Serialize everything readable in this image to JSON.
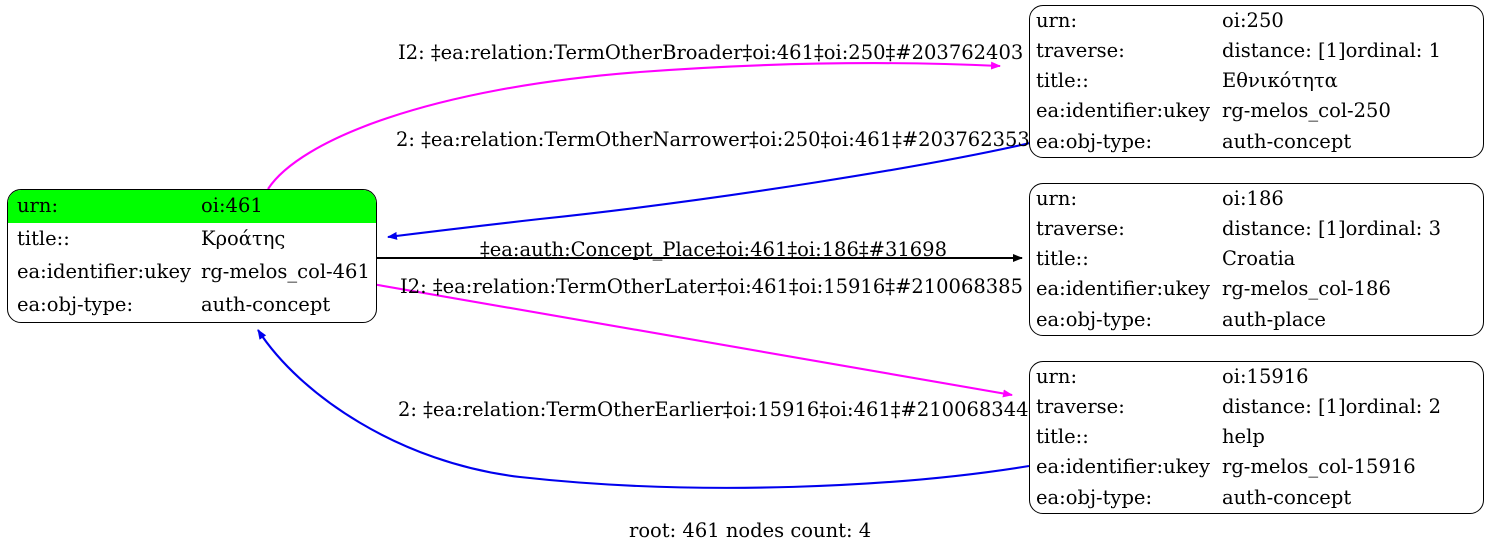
{
  "graph": {
    "footer": "root: 461 nodes count: 4",
    "colors": {
      "edge_magenta": "#ff00ff",
      "edge_blue": "#0000ee",
      "edge_black": "#000000",
      "node_border": "#000000",
      "highlight": "#00ff00",
      "background": "#ffffff"
    },
    "nodes": [
      {
        "id": "root-461",
        "highlighted": true,
        "rows": [
          {
            "key": "urn:",
            "value": "oi:461",
            "highlight": true
          },
          {
            "key": "title::",
            "value": "Κροάτης",
            "highlight": false
          },
          {
            "key": "ea:identifier:ukey",
            "value": "rg-melos_col-461",
            "highlight": false
          },
          {
            "key": "ea:obj-type:",
            "value": "auth-concept",
            "highlight": false
          }
        ]
      },
      {
        "id": "node-250",
        "highlighted": false,
        "rows": [
          {
            "key": "urn:",
            "value": "oi:250",
            "highlight": false
          },
          {
            "key": "traverse:",
            "value": "distance: [1]",
            "extra": "ordinal: 1",
            "highlight": false
          },
          {
            "key": "title::",
            "value": "Εθνικότητα",
            "highlight": false
          },
          {
            "key": "ea:identifier:ukey",
            "value": "rg-melos_col-250",
            "highlight": false
          },
          {
            "key": "ea:obj-type:",
            "value": "auth-concept",
            "highlight": false
          }
        ]
      },
      {
        "id": "node-186",
        "highlighted": false,
        "rows": [
          {
            "key": "urn:",
            "value": "oi:186",
            "highlight": false
          },
          {
            "key": "traverse:",
            "value": "distance: [1]",
            "extra": "ordinal: 3",
            "highlight": false
          },
          {
            "key": "title::",
            "value": "Croatia",
            "highlight": false
          },
          {
            "key": "ea:identifier:ukey",
            "value": "rg-melos_col-186",
            "highlight": false
          },
          {
            "key": "ea:obj-type:",
            "value": "auth-place",
            "highlight": false
          }
        ]
      },
      {
        "id": "node-15916",
        "highlighted": false,
        "rows": [
          {
            "key": "urn:",
            "value": "oi:15916",
            "highlight": false
          },
          {
            "key": "traverse:",
            "value": "distance: [1]",
            "extra": "ordinal: 2",
            "highlight": false
          },
          {
            "key": "title::",
            "value": "help",
            "highlight": false
          },
          {
            "key": "ea:identifier:ukey",
            "value": "rg-melos_col-15916",
            "highlight": false
          },
          {
            "key": "ea:obj-type:",
            "value": "auth-concept",
            "highlight": false
          }
        ]
      }
    ],
    "edges": [
      {
        "id": "edge-broader",
        "label": "I2: ‡ea:relation:TermOtherBroader‡oi:461‡oi:250‡#203762403",
        "from": "root-461",
        "to": "node-250",
        "color": "#ff00ff"
      },
      {
        "id": "edge-narrower",
        "label": "2: ‡ea:relation:TermOtherNarrower‡oi:250‡oi:461‡#203762353",
        "from": "node-250",
        "to": "root-461",
        "color": "#0000ee"
      },
      {
        "id": "edge-concept-place",
        "label": "‡ea:auth:Concept_Place‡oi:461‡oi:186‡#31698",
        "from": "root-461",
        "to": "node-186",
        "color": "#000000"
      },
      {
        "id": "edge-later",
        "label": "I2: ‡ea:relation:TermOtherLater‡oi:461‡oi:15916‡#210068385",
        "from": "root-461",
        "to": "node-15916",
        "color": "#ff00ff"
      },
      {
        "id": "edge-earlier",
        "label": "2: ‡ea:relation:TermOtherEarlier‡oi:15916‡oi:461‡#210068344",
        "from": "node-15916",
        "to": "root-461",
        "color": "#0000ee"
      }
    ]
  }
}
